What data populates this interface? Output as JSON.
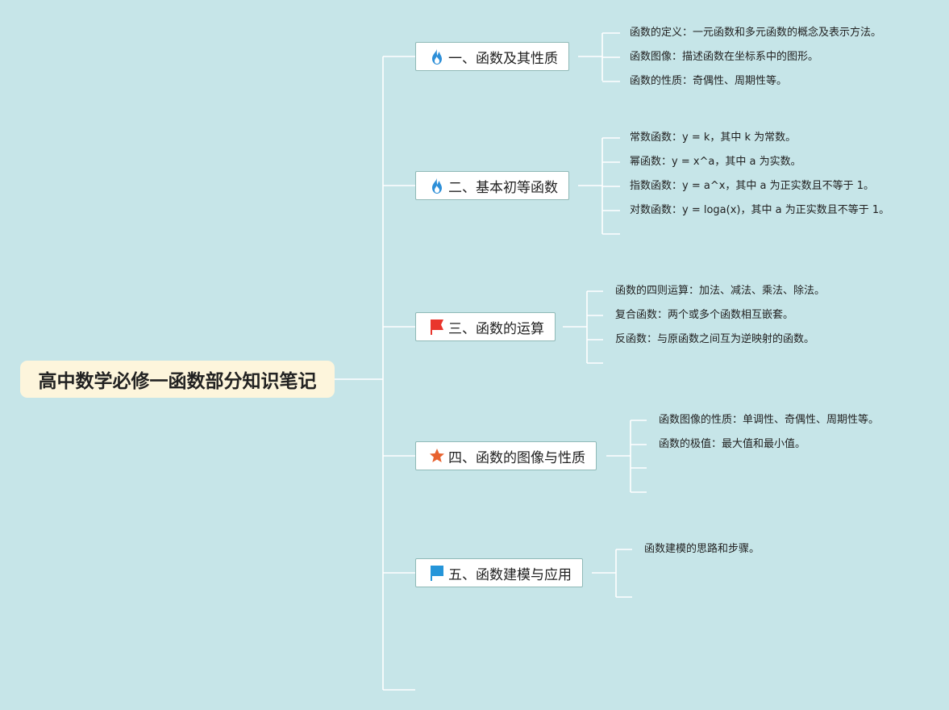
{
  "root": {
    "title": "高中数学必修一函数部分知识笔记"
  },
  "topics": [
    {
      "label": "一、函数及其性质",
      "icon": "fire-icon",
      "items": [
        "函数的定义：一元函数和多元函数的概念及表示方法。",
        "函数图像：描述函数在坐标系中的图形。",
        "函数的性质：奇偶性、周期性等。"
      ]
    },
    {
      "label": "二、基本初等函数",
      "icon": "fire-icon",
      "items": [
        "常数函数：y = k，其中 k 为常数。",
        "幂函数：y = x^a，其中 a 为实数。",
        "指数函数：y = a^x，其中 a 为正实数且不等于 1。",
        "对数函数：y = loga(x)，其中 a 为正实数且不等于 1。"
      ]
    },
    {
      "label": "三、函数的运算",
      "icon": "red-flag-icon",
      "items": [
        "函数的四则运算：加法、减法、乘法、除法。",
        "复合函数：两个或多个函数相互嵌套。",
        "反函数：与原函数之间互为逆映射的函数。"
      ]
    },
    {
      "label": "四、函数的图像与性质",
      "icon": "star-icon",
      "items": [
        "函数图像的性质：单调性、奇偶性、周期性等。",
        "函数的极值：最大值和最小值。"
      ]
    },
    {
      "label": "五、函数建模与应用",
      "icon": "blue-flag-icon",
      "items": [
        "函数建模的思路和步骤。"
      ]
    }
  ],
  "colors": {
    "background": "#c6e5e8",
    "root_fill": "#fdf5dc",
    "topic_border": "#8fb9b7",
    "connector": "#ffffff",
    "fire": "#2d8fd8",
    "red_flag": "#e9352c",
    "star": "#e8622f",
    "blue_flag": "#2595d9"
  }
}
